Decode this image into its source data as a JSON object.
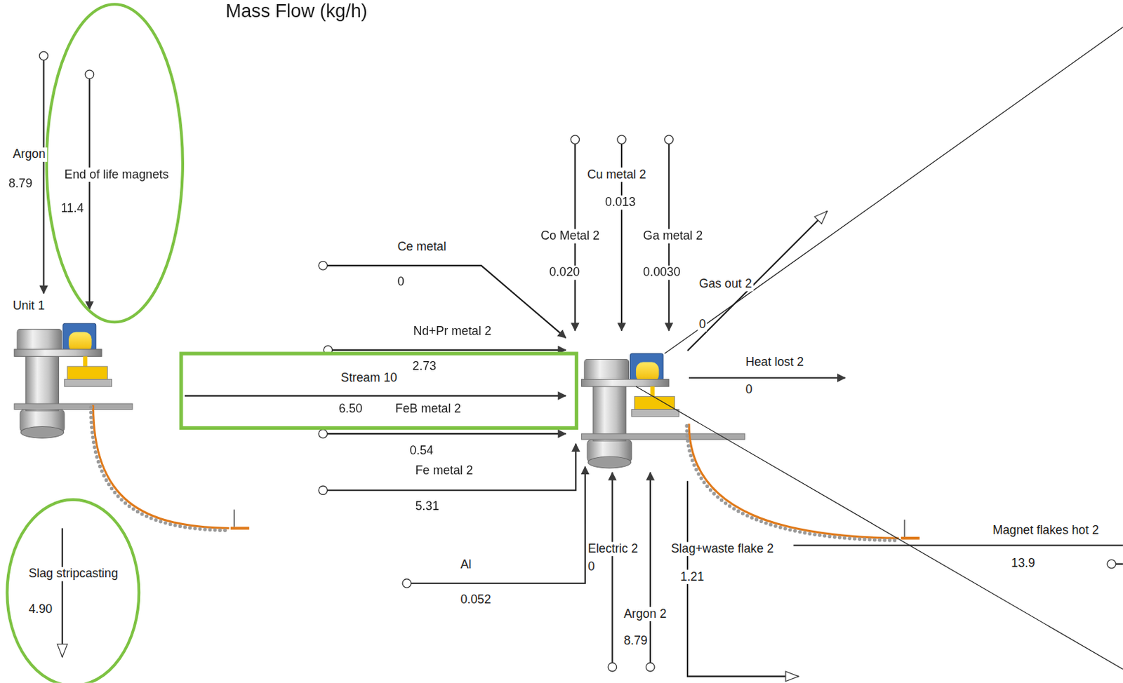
{
  "diagram": {
    "title": "Mass Flow (kg/h)",
    "nodes": [
      {
        "text": [
          "Unit 1"
        ]
      }
    ],
    "labels": [
      "Argon",
      "8.79",
      "End of life magnets",
      "11.4",
      "Slag stripcasting",
      "4.90",
      "Cu metal 2",
      "0.013",
      "Co Metal 2",
      "0.020",
      "Ga metal 2",
      "0.0030",
      "Gas out 2",
      "0",
      "Ce metal",
      "0",
      "Nd+Pr metal 2",
      "2.73",
      "Stream 10",
      "6.50",
      "FeB metal 2",
      "0.54",
      "Fe metal 2",
      "5.31",
      "Heat lost 2",
      "0",
      "Electric 2",
      "0",
      "Al",
      "0.052",
      "Argon 2",
      "8.79",
      "Slag+waste flake 2",
      "1.21",
      "Magnet flakes hot 2",
      "13.9"
    ]
  }
}
